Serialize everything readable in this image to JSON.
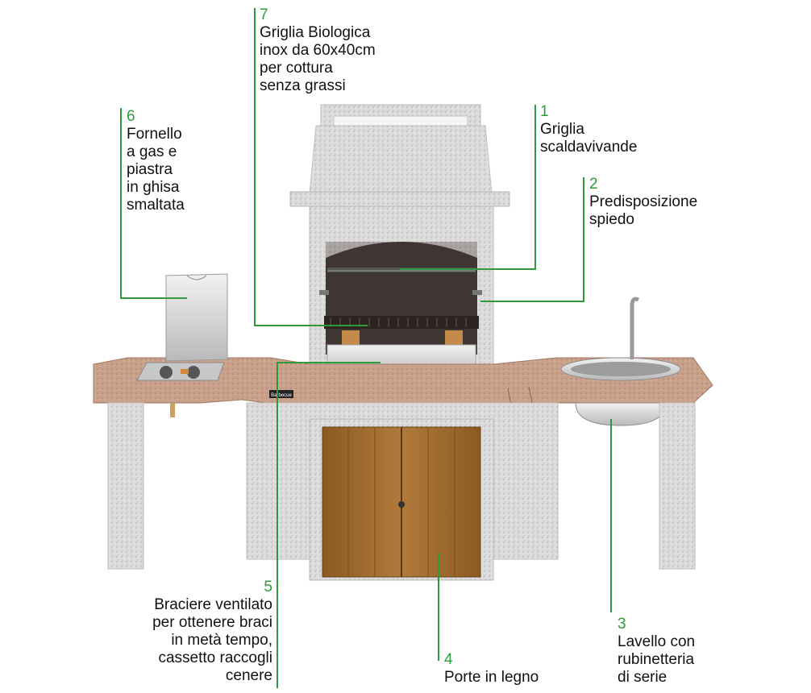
{
  "colors": {
    "leader": "#2e9b3a",
    "text": "#111111",
    "counter": "#c49a82",
    "stone": "#d9d9d9",
    "wood": "#9a6a2c"
  },
  "brand_badge": "Barbecue",
  "callouts": [
    {
      "id": "c7",
      "number": "7",
      "lines": [
        "Griglia Biologica",
        "inox da 60x40cm",
        "per cottura",
        "senza grassi"
      ]
    },
    {
      "id": "c1",
      "number": "1",
      "lines": [
        "Griglia",
        "scaldavivande"
      ]
    },
    {
      "id": "c2",
      "number": "2",
      "lines": [
        "Predisposizione",
        "spiedo"
      ]
    },
    {
      "id": "c6",
      "number": "6",
      "lines": [
        "Fornello",
        "a gas e",
        "piastra",
        "in ghisa",
        "smaltata"
      ]
    },
    {
      "id": "c5",
      "number": "5",
      "lines": [
        "Braciere ventilato",
        "per ottenere braci",
        "in metà tempo,",
        "cassetto raccogli",
        "cenere"
      ]
    },
    {
      "id": "c4",
      "number": "4",
      "lines": [
        "Porte in legno"
      ]
    },
    {
      "id": "c3",
      "number": "3",
      "lines": [
        "Lavello con",
        "rubinetteria",
        "di serie"
      ]
    }
  ]
}
